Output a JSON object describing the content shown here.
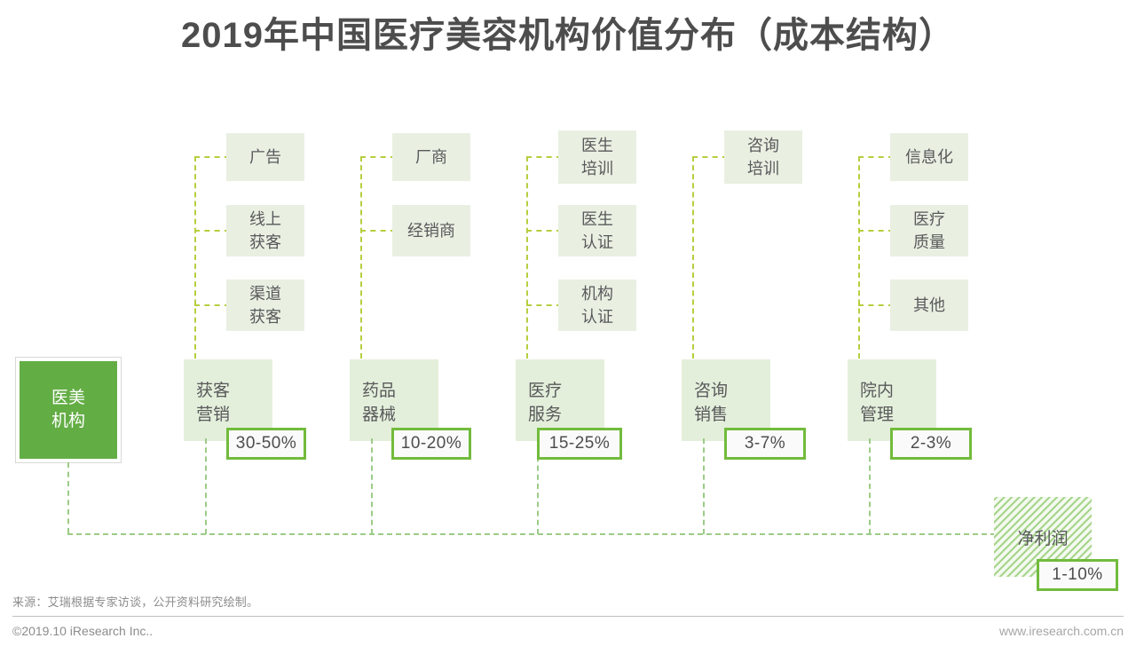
{
  "header": {
    "title": "2019年中国医疗美容机构价值分布（成本结构）"
  },
  "diagram": {
    "root": {
      "label": "医美\n机构",
      "color": "#63ad45"
    },
    "columns": [
      {
        "id": "acquisition",
        "label": "获客\n营销",
        "percent": "30-50%",
        "sub_items": [
          "广告",
          "线上\n获客",
          "渠道\n获客"
        ]
      },
      {
        "id": "drugs-devices",
        "label": "药品\n器械",
        "percent": "10-20%",
        "sub_items": [
          "厂商",
          "经销商"
        ]
      },
      {
        "id": "medical-service",
        "label": "医疗\n服务",
        "percent": "15-25%",
        "sub_items": [
          "医生\n培训",
          "医生\n认证",
          "机构\n认证"
        ]
      },
      {
        "id": "consulting-sales",
        "label": "咨询\n销售",
        "percent": "3-7%",
        "sub_items": [
          "咨询\n培训"
        ]
      },
      {
        "id": "internal-management",
        "label": "院内\n管理",
        "percent": "2-3%",
        "sub_items": [
          "信息化",
          "医疗\n质量",
          "其他"
        ]
      }
    ],
    "profit": {
      "label": "净利润",
      "percent": "1-10%"
    }
  },
  "footer": {
    "source": "来源：艾瑞根据专家访谈，公开资料研究绘制。",
    "copyright": "©2019.10 iResearch Inc..",
    "url": "www.iresearch.com.cn"
  },
  "colors": {
    "brand_green": "#63ad45",
    "tag_border": "#72bb3c",
    "box_fill": "#e4efdb",
    "sub_fill": "#e9f0e2",
    "tree_dash": "#b5cf3e",
    "link_dash": "#9ccb87",
    "title_text": "#4d4d4d"
  }
}
